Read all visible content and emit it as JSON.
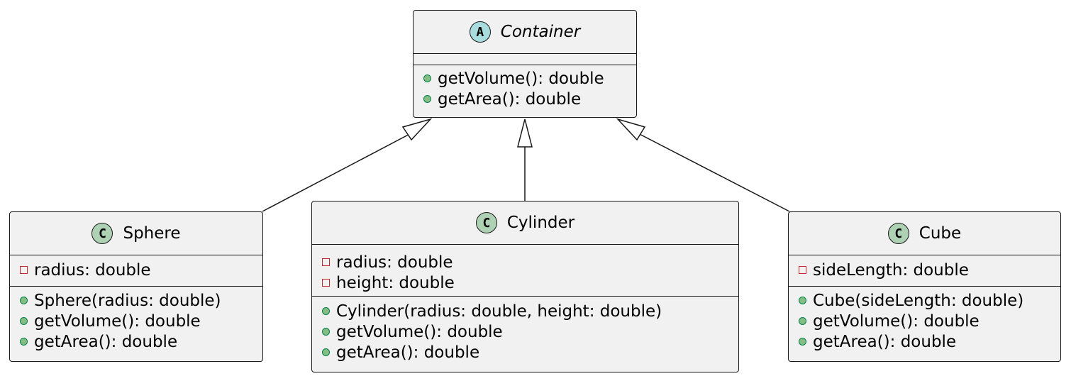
{
  "diagram": {
    "classes": [
      {
        "id": "container",
        "stereotype_letter": "A",
        "name": "Container",
        "abstract": true,
        "fields": [],
        "methods": [
          {
            "visibility": "public",
            "text": "getVolume(): double"
          },
          {
            "visibility": "public",
            "text": "getArea(): double"
          }
        ]
      },
      {
        "id": "sphere",
        "stereotype_letter": "C",
        "name": "Sphere",
        "abstract": false,
        "fields": [
          {
            "visibility": "private",
            "text": "radius: double"
          }
        ],
        "methods": [
          {
            "visibility": "public",
            "text": "Sphere(radius: double)"
          },
          {
            "visibility": "public",
            "text": "getVolume(): double"
          },
          {
            "visibility": "public",
            "text": "getArea(): double"
          }
        ]
      },
      {
        "id": "cylinder",
        "stereotype_letter": "C",
        "name": "Cylinder",
        "abstract": false,
        "fields": [
          {
            "visibility": "private",
            "text": "radius: double"
          },
          {
            "visibility": "private",
            "text": "height: double"
          }
        ],
        "methods": [
          {
            "visibility": "public",
            "text": "Cylinder(radius: double, height: double)"
          },
          {
            "visibility": "public",
            "text": "getVolume(): double"
          },
          {
            "visibility": "public",
            "text": "getArea(): double"
          }
        ]
      },
      {
        "id": "cube",
        "stereotype_letter": "C",
        "name": "Cube",
        "abstract": false,
        "fields": [
          {
            "visibility": "private",
            "text": "sideLength: double"
          }
        ],
        "methods": [
          {
            "visibility": "public",
            "text": "Cube(sideLength: double)"
          },
          {
            "visibility": "public",
            "text": "getVolume(): double"
          },
          {
            "visibility": "public",
            "text": "getArea(): double"
          }
        ]
      }
    ],
    "relations": [
      {
        "type": "inheritance",
        "from": "sphere",
        "to": "container"
      },
      {
        "type": "inheritance",
        "from": "cylinder",
        "to": "container"
      },
      {
        "type": "inheritance",
        "from": "cube",
        "to": "container"
      }
    ],
    "colors": {
      "box_fill": "#f1f1f1",
      "border": "#181818",
      "class_badge": "#add1b2",
      "abstract_badge": "#a9dcdf",
      "public_marker": "#84be84",
      "private_marker": "#c82930"
    }
  }
}
